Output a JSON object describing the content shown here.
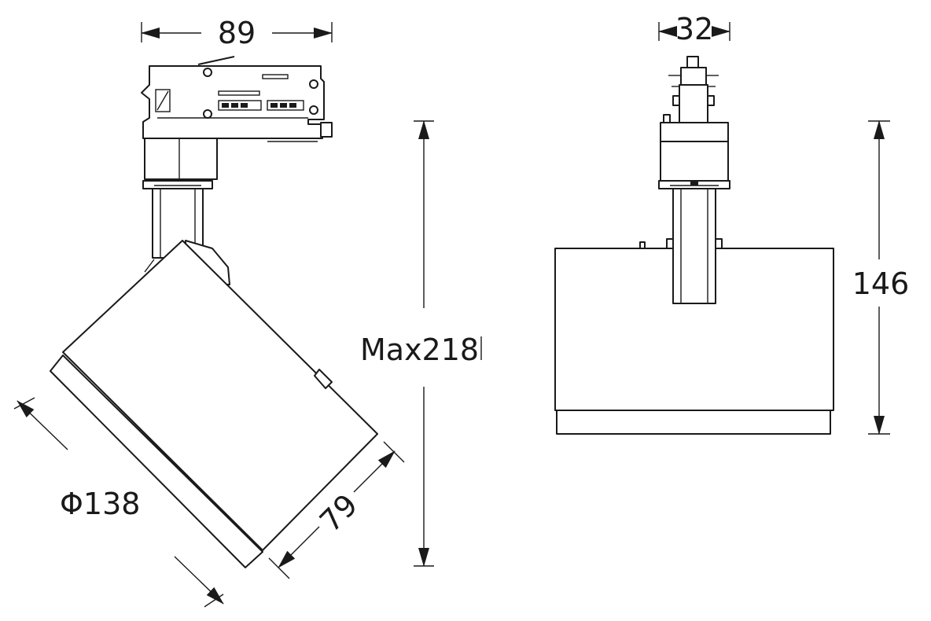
{
  "drawing": {
    "side_view": {
      "width_label": "89",
      "height_label": "Max218",
      "diameter_label": "Φ138",
      "depth_label": "79"
    },
    "front_view": {
      "adapter_width_label": "32",
      "height_label": "146"
    }
  }
}
